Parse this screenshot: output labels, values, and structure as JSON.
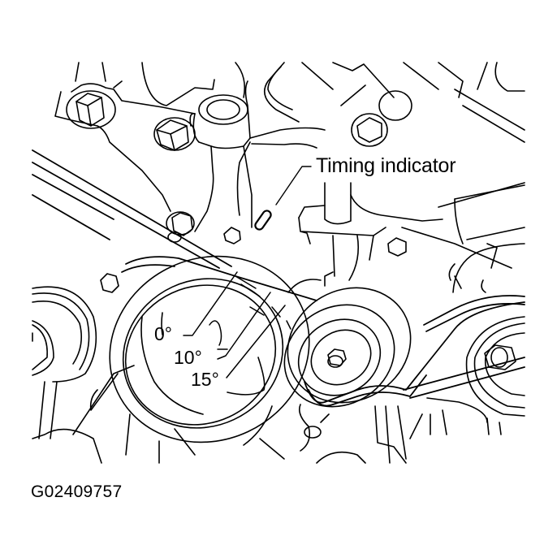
{
  "figure": {
    "callout_label": "Timing indicator",
    "scale_marks": [
      {
        "label": "0°"
      },
      {
        "label": "10°"
      },
      {
        "label": "15°"
      }
    ],
    "figure_id": "G02409757"
  },
  "colors": {
    "line": "#000000",
    "background": "#ffffff"
  }
}
